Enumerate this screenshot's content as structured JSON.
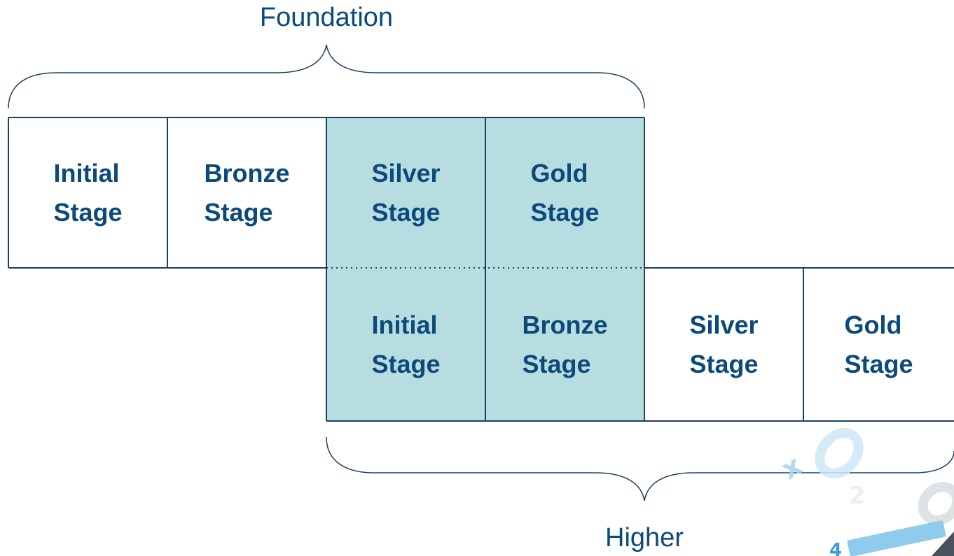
{
  "brackets": {
    "top_label": "Foundation",
    "bottom_label": "Higher"
  },
  "foundation_row": [
    {
      "line1": "Initial",
      "line2": "Stage",
      "shared": false
    },
    {
      "line1": "Bronze",
      "line2": "Stage",
      "shared": false
    },
    {
      "line1": "Silver",
      "line2": "Stage",
      "shared": true
    },
    {
      "line1": "Gold",
      "line2": "Stage",
      "shared": true
    }
  ],
  "higher_row": [
    {
      "line1": "Initial",
      "line2": "Stage",
      "shared": true
    },
    {
      "line1": "Bronze",
      "line2": "Stage",
      "shared": true
    },
    {
      "line1": "Silver",
      "line2": "Stage",
      "shared": false
    },
    {
      "line1": "Gold",
      "line2": "Stage",
      "shared": false
    }
  ],
  "colors": {
    "text": "#0b4a7a",
    "line": "#1a3f63",
    "shared_fill": "#b8dde1",
    "watermark": "#5aa8d8"
  },
  "watermark": {
    "glyphs": [
      "x",
      "0",
      "2",
      "0",
      "4"
    ]
  }
}
